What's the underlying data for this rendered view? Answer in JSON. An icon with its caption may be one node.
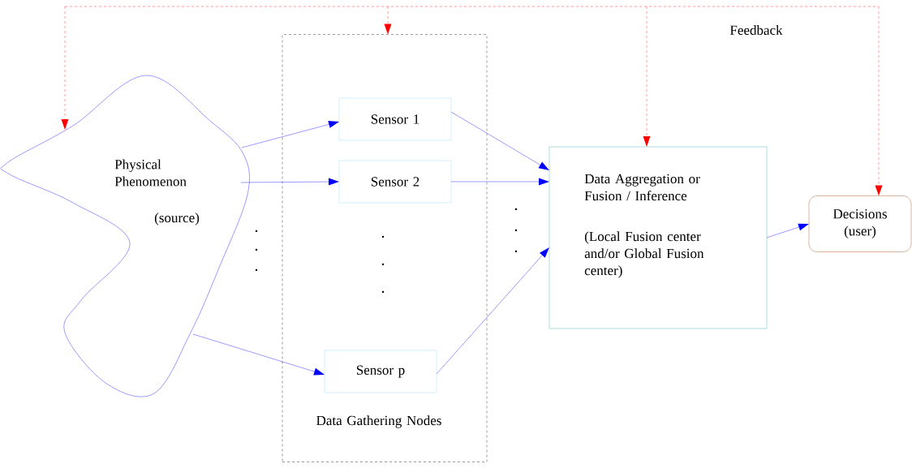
{
  "diagram": {
    "nodes": [
      {
        "text": [
          "Physical Phenomenon",
          "(source)"
        ]
      },
      {
        "text": [
          "Data Gathering Nodes"
        ]
      },
      {
        "text": [
          "Sensor 1"
        ],
        "in": 1
      },
      {
        "text": [
          "Sensor 2"
        ],
        "in": 1
      },
      {
        "text": [
          "Sensor p"
        ],
        "in": 1
      },
      {
        "text": [
          "Data Aggregation or Fusion / Inference",
          "(Local Fusion center and/or Global Fusion center)"
        ]
      },
      {
        "text": [
          "Decisions (user)"
        ]
      }
    ],
    "edges": [
      {
        "from": 0,
        "to": 2,
        "arrow": "to"
      },
      {
        "from": 0,
        "to": 3,
        "arrow": "to"
      },
      {
        "from": 0,
        "to": 4,
        "arrow": "to"
      },
      {
        "from": 2,
        "to": 5,
        "arrow": "to"
      },
      {
        "from": 3,
        "to": 5,
        "arrow": "to"
      },
      {
        "from": 4,
        "to": 5,
        "arrow": "to"
      },
      {
        "from": 5,
        "to": 6,
        "arrow": "to"
      },
      {
        "from": null,
        "to": 0,
        "arrow": "to",
        "style": "dashed",
        "color": "#ff0000"
      },
      {
        "from": null,
        "to": 1,
        "arrow": "to",
        "style": "dashed",
        "color": "#ff0000"
      },
      {
        "from": null,
        "to": 5,
        "arrow": "to",
        "style": "dashed",
        "color": "#ff0000"
      },
      {
        "from": null,
        "to": 6,
        "arrow": "to",
        "style": "dashed",
        "color": "#ff0000"
      }
    ],
    "labels": [
      "Feedback"
    ]
  }
}
